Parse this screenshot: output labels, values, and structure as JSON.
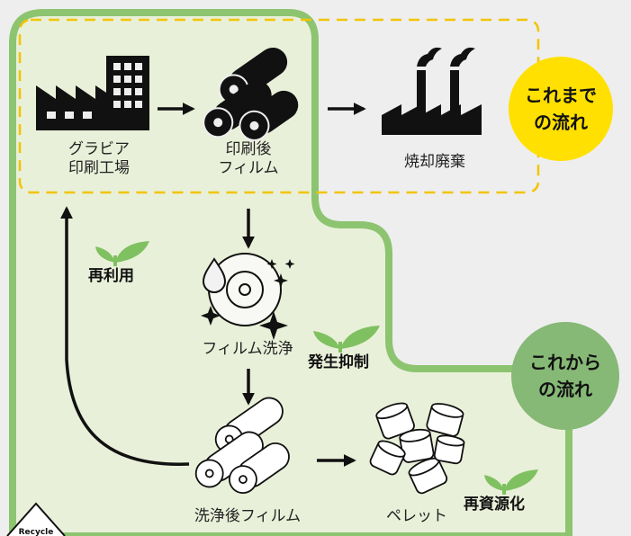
{
  "labels": {
    "gravure_factory": [
      "グラビア",
      "印刷工場"
    ],
    "printed_film": [
      "印刷後",
      "フィルム"
    ],
    "incineration": "焼却廃棄",
    "film_washing": "フィルム洗浄",
    "washed_film": "洗浄後フィルム",
    "pellet": "ペレット"
  },
  "tags": {
    "reuse": "再利用",
    "reduction": "発生抑制",
    "recycling": "再資源化"
  },
  "badges": {
    "past_flow": [
      "これまで",
      "の流れ"
    ],
    "new_flow": [
      "これから",
      "の流れ"
    ]
  },
  "recycle_mark": "Recycle",
  "colors": {
    "background": "#eeeeee",
    "green_area": "#e9f0d9",
    "green_border": "#8cc470",
    "yellow_dash": "#f2c400",
    "badge_yellow": "#ffe000",
    "badge_green": "#86b876",
    "sprout_green": "#7fc060",
    "ink": "#111111"
  }
}
